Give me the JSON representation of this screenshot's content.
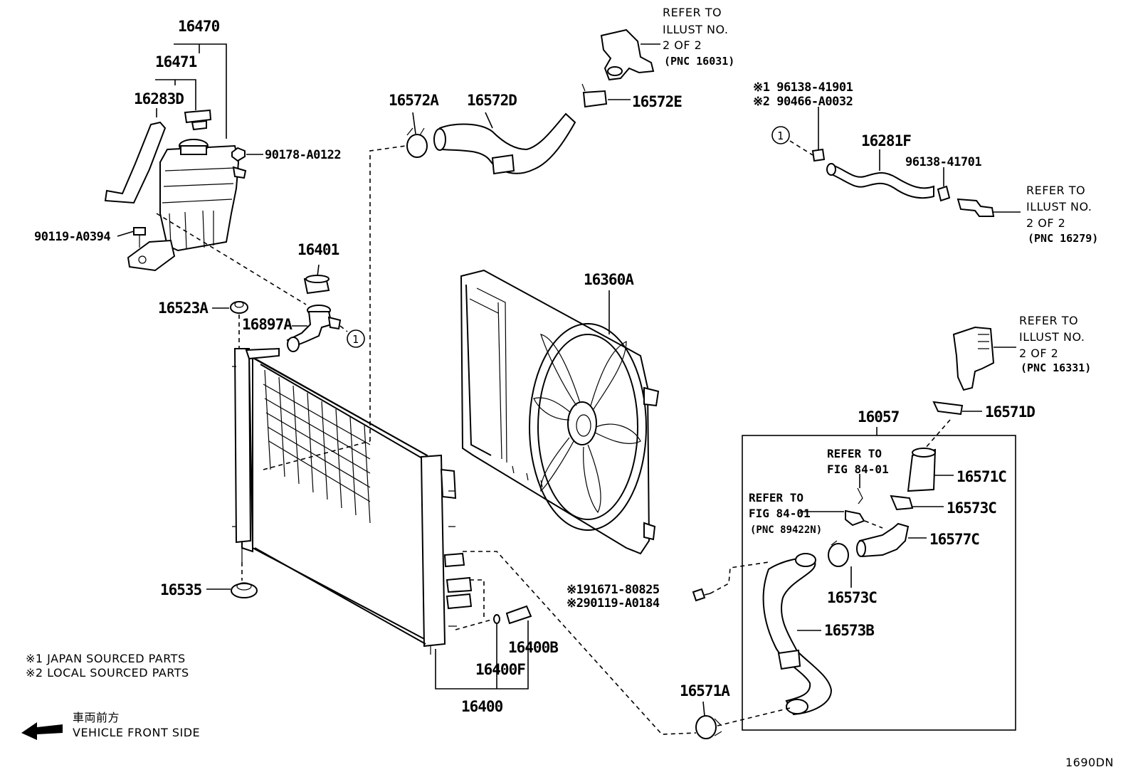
{
  "diagram_code": "1690DN",
  "parts": {
    "p16470": "16470",
    "p16471": "16471",
    "p16283D": "16283D",
    "p90178": "90178-A0122",
    "p90119a": "90119-A0394",
    "p16401": "16401",
    "p16523A": "16523A",
    "p16897A": "16897A",
    "p16572A": "16572A",
    "p16572D": "16572D",
    "p16572E": "16572E",
    "p16281F": "16281F",
    "p96138b": "96138-41701",
    "p16360A": "16360A",
    "p16057": "16057",
    "p16571D": "16571D",
    "p16571C": "16571C",
    "p16573C_top": "16573C",
    "p16577C": "16577C",
    "p16573C_bot": "16573C",
    "p16573B": "16573B",
    "p16571A": "16571A",
    "p16535": "16535",
    "p16400B": "16400B",
    "p16400F": "16400F",
    "p16400": "16400"
  },
  "alt_parts": {
    "top_right_1": "※1 96138-41901",
    "top_right_2": "※2 90466-A0032",
    "bolt_1": "※191671-80825",
    "bolt_2": "※290119-A0184"
  },
  "refs": {
    "top": {
      "l1": "REFER TO",
      "l2": "ILLUST NO.",
      "l3": "2 OF 2",
      "l4": "(PNC 16031)"
    },
    "right_top": {
      "l1": "REFER TO",
      "l2": "ILLUST NO.",
      "l3": "2 OF 2",
      "l4": "(PNC 16279)"
    },
    "right_mid": {
      "l1": "REFER TO",
      "l2": "ILLUST NO.",
      "l3": "2 OF 2",
      "l4": "(PNC 16331)"
    },
    "fig_a": {
      "l1": "REFER TO",
      "l2": "FIG 84-01"
    },
    "fig_b": {
      "l1": "REFER TO",
      "l2": "FIG 84-01",
      "l3": "(PNC 89422N)"
    }
  },
  "circle_marker": "1",
  "legend": {
    "note1": "※1  JAPAN SOURCED PARTS",
    "note2": "※2  LOCAL SOURCED PARTS",
    "front_jp": "車両前方",
    "front_en": "VEHICLE FRONT SIDE"
  }
}
